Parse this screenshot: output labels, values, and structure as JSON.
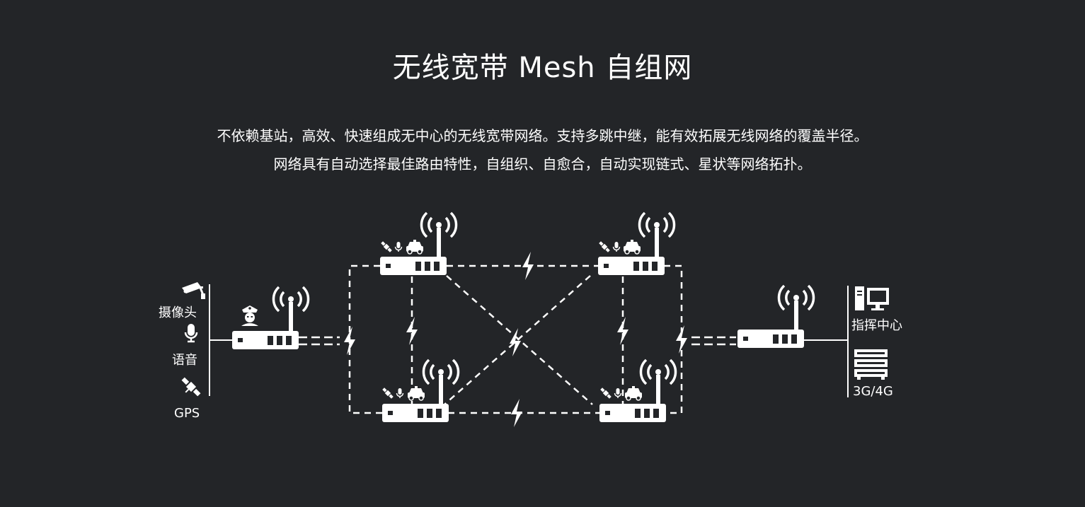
{
  "title": "无线宽带 Mesh 自组网",
  "description": [
    "不依赖基站，高效、快速组成无中心的无线宽带网络。支持多跳中继，能有效拓展无线网络的覆盖半径。",
    "网络具有自动选择最佳路由特性，自组织、自愈合，自动实现链式、星状等网络拓扑。"
  ],
  "left_labels": {
    "camera": "摄像头",
    "voice": "语音",
    "gps": "GPS"
  },
  "right_labels": {
    "command_center": "指挥中心",
    "cellular": "3G/4G"
  },
  "icons": [
    "camera-icon",
    "microphone-icon",
    "satellite-icon",
    "police-officer-icon",
    "router-icon",
    "antenna-icon",
    "lightning-icon",
    "car-icon",
    "computer-icon",
    "server-icon"
  ],
  "colors": {
    "background": "#232528",
    "foreground": "#ffffff"
  }
}
